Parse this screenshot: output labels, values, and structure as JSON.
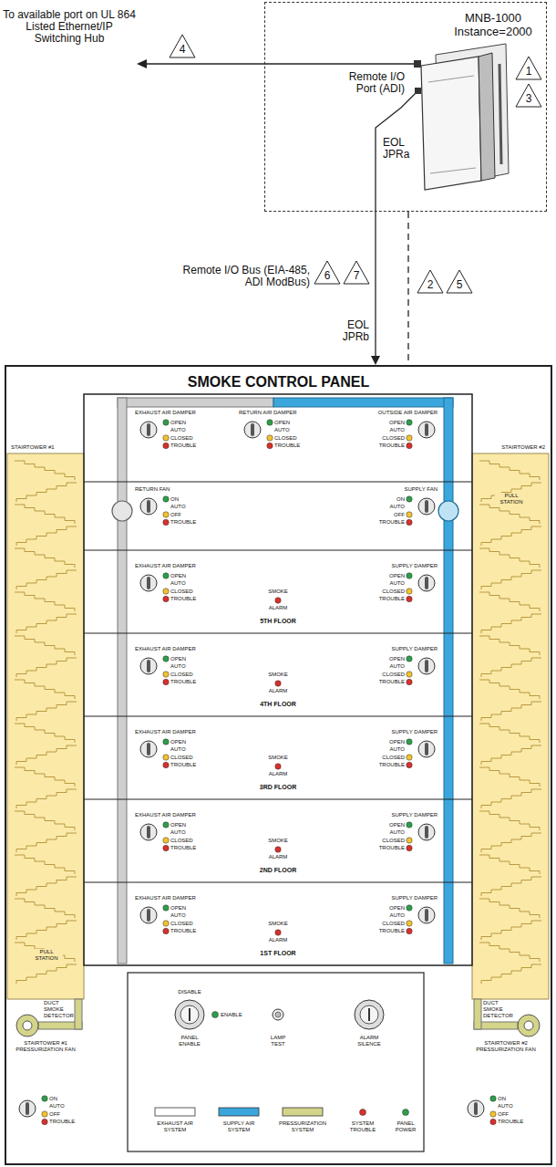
{
  "diagram": {
    "nodes": [
      {
        "text": [
          "MNB-1000 Instance=2000"
        ]
      },
      {
        "text": [
          "SMOKE CONTROL PANEL"
        ]
      }
    ],
    "edges": [
      {
        "from": 0,
        "to": 1,
        "arrow": "to",
        "label": "Remote I/O Bus (EIA-485, ADI ModBus)"
      },
      {
        "from": 0,
        "to": 1,
        "arrow": "none"
      }
    ],
    "labels": [
      "To available port on UL 864 Listed Ethernet/IP Switching Hub",
      "4",
      "1",
      "3",
      "Remote I/O Port (ADI)",
      "EOL JPRa",
      "6",
      "7",
      "EOL JPRb",
      "2",
      "5",
      "EXHAUST AIR DAMPER",
      "OPEN",
      "AUTO",
      "CLOSED",
      "TROUBLE",
      "RETURN AIR DAMPER",
      "OPEN",
      "AUTO",
      "CLOSED",
      "TROUBLE",
      "OUTSIDE AIR DAMPER",
      "OPEN",
      "AUTO",
      "CLOSED",
      "TROUBLE",
      "STAIRTOWER #1",
      "STAIRTOWER #2",
      "RETURN FAN",
      "ON",
      "AUTO",
      "OFF",
      "TROUBLE",
      "SUPPLY FAN",
      "ON",
      "AUTO",
      "OFF",
      "TROUBLE",
      "PULL STATION",
      "EXHAUST AIR DAMPER",
      "OPEN",
      "AUTO",
      "CLOSED",
      "TROUBLE",
      "SMOKE",
      "ALARM",
      "5TH FLOOR",
      "SUPPLY DAMPER",
      "OPEN",
      "AUTO",
      "CLOSED",
      "TROUBLE",
      "EXHAUST AIR DAMPER",
      "OPEN",
      "AUTO",
      "CLOSED",
      "TROUBLE",
      "SMOKE",
      "ALARM",
      "4TH FLOOR",
      "SUPPLY DAMPER",
      "OPEN",
      "AUTO",
      "CLOSED",
      "TROUBLE",
      "EXHAUST AIR DAMPER",
      "OPEN",
      "AUTO",
      "CLOSED",
      "TROUBLE",
      "SMOKE",
      "ALARM",
      "3RD FLOOR",
      "SUPPLY DAMPER",
      "OPEN",
      "AUTO",
      "CLOSED",
      "TROUBLE",
      "EXHAUST AIR DAMPER",
      "OPEN",
      "AUTO",
      "CLOSED",
      "TROUBLE",
      "SMOKE",
      "ALARM",
      "2ND FLOOR",
      "SUPPLY DAMPER",
      "OPEN",
      "AUTO",
      "CLOSED",
      "TROUBLE",
      "EXHAUST AIR DAMPER",
      "OPEN",
      "AUTO",
      "CLOSED",
      "TROUBLE",
      "SMOKE",
      "ALARM",
      "1ST FLOOR",
      "SUPPLY DAMPER",
      "OPEN",
      "AUTO",
      "CLOSED",
      "TROUBLE",
      "PULL STATION",
      "DUCT SMOKE DETECTOR",
      "DUCT SMOKE DETECTOR",
      "STAIRTOWER #1 PRESSURIZATION FAN",
      "ON",
      "AUTO",
      "OFF",
      "TROUBLE",
      "STAIRTOWER #2 PRESSURIZATION FAN",
      "ON",
      "AUTO",
      "OFF",
      "TROUBLE",
      "DISABLE",
      "ENABLE",
      "PANEL ENABLE",
      "LAMP TEST",
      "ALARM SILENCE",
      "SYSTEM TROUBLE",
      "PANEL POWER"
    ],
    "legend": [
      {
        "text": "EXHAUST AIR SYSTEM",
        "color": "#ffffff"
      },
      {
        "text": "SUPPLY AIR SYSTEM",
        "color": "#3aa6dc"
      },
      {
        "text": "PRESSURIZATION SYSTEM",
        "color": "#d4d48a"
      }
    ]
  }
}
